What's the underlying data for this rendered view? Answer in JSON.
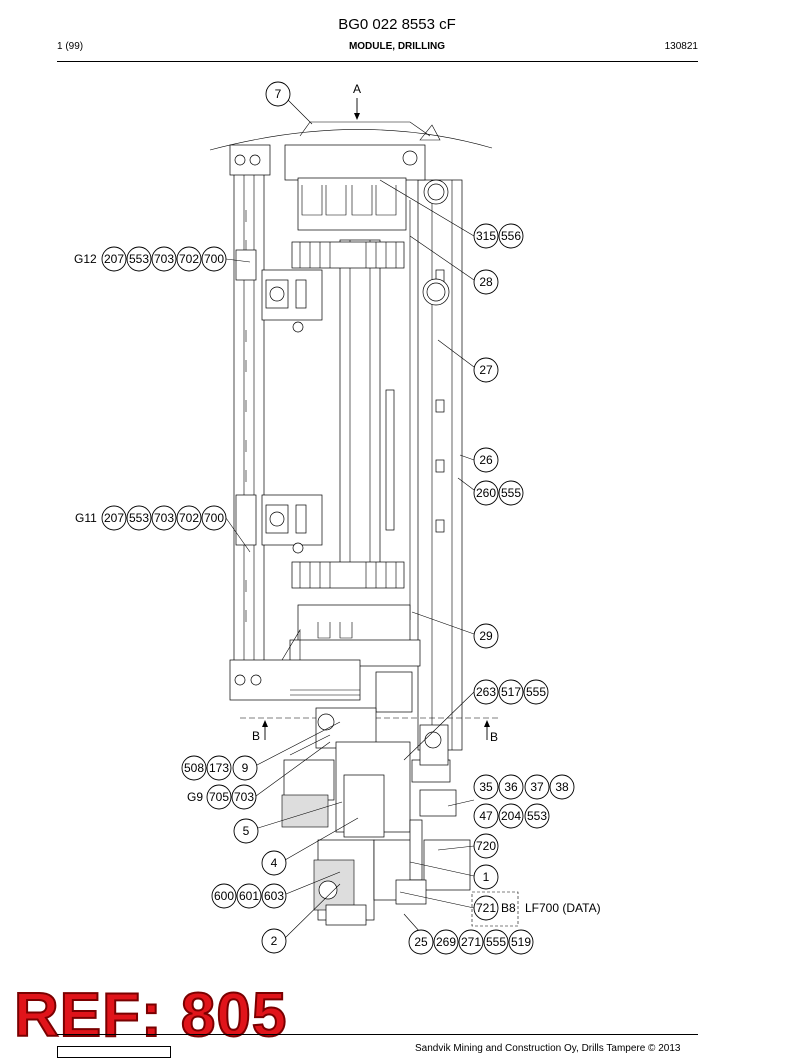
{
  "header": {
    "title": "BG0 022 8553 cF",
    "page": "1 (99)",
    "subtitle": "MODULE, DRILLING",
    "date": "130821"
  },
  "drawing": {
    "view_label_top": "A",
    "view_label_left": "B",
    "view_label_right": "B",
    "callouts": {
      "c7": "7",
      "c315": "315",
      "c556": "556",
      "c28": "28",
      "c27": "27",
      "c26": "26",
      "c260": "260",
      "c555a": "555",
      "c29": "29",
      "c263": "263",
      "c517": "517",
      "c555b": "555",
      "c35": "35",
      "c36": "36",
      "c37": "37",
      "c38": "38",
      "c47": "47",
      "c204": "204",
      "c553a": "553",
      "c720": "720",
      "c1": "1",
      "c721": "721",
      "c25": "25",
      "c269": "269",
      "c271": "271",
      "c555c": "555",
      "c519": "519",
      "c508": "508",
      "c173": "173",
      "c9": "9",
      "c705b": "705",
      "c703c": "703",
      "c5": "5",
      "c4": "4",
      "c600": "600",
      "c601": "601",
      "c603": "603",
      "c2": "2",
      "c207a": "207",
      "c553b": "553",
      "c703a": "703",
      "c702a": "702",
      "c700a": "700",
      "c207b": "207",
      "c553c": "553",
      "c703b": "703",
      "c702b": "702",
      "c700b": "700"
    },
    "labels": {
      "g12": "G12",
      "g11": "G11",
      "g9": "G9",
      "b8": "B8",
      "lf700": "LF700 (DATA)"
    }
  },
  "stamp": {
    "ref": "REF: 805"
  },
  "footer": {
    "copyright": "Sandvik Mining and Construction Oy, Drills Tampere © 2013"
  }
}
